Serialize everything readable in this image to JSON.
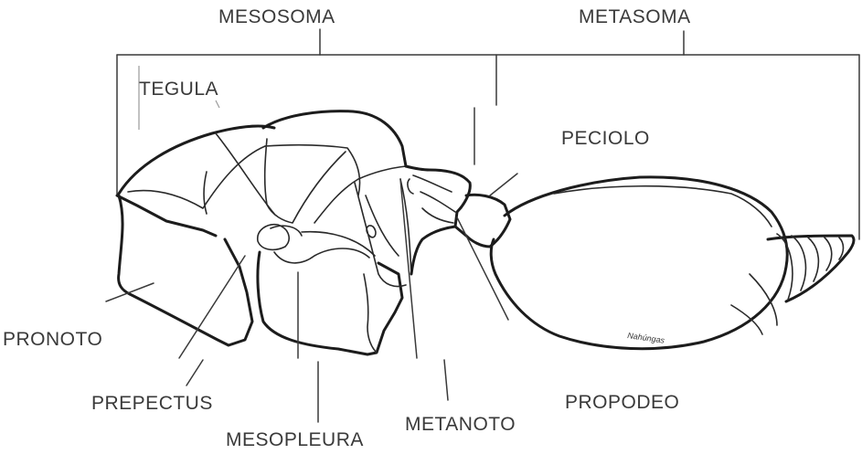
{
  "labels": {
    "mesosoma": "MESOSOMA",
    "metasoma": "METASOMA",
    "tegula": "TEGULA",
    "peciolo": "PECIOLO",
    "pronoto": "PRONOTO",
    "prepectus": "PREPECTUS",
    "mesopleura": "MESOPLEURA",
    "metanoto": "METANOTO",
    "propodeo": "PROPODEO"
  },
  "signature": "Nahúngas"
}
